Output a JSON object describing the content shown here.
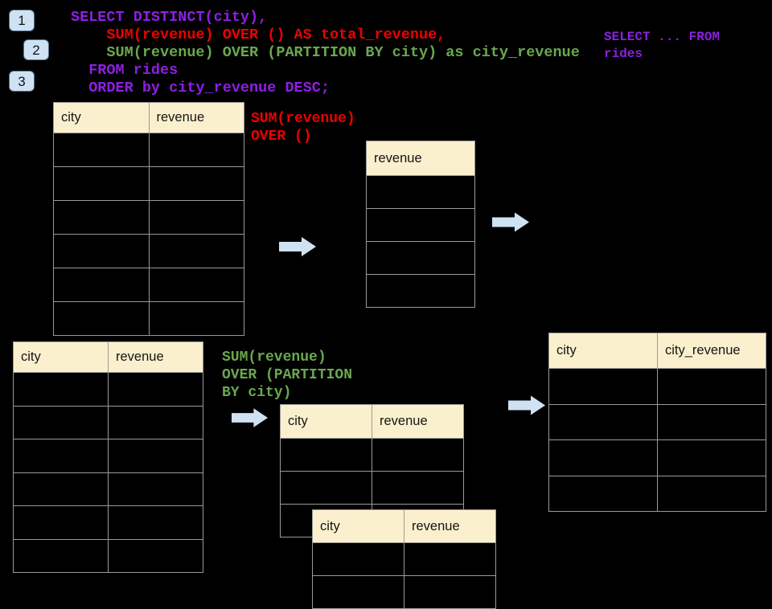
{
  "palette": {
    "bg": "#000000",
    "purple": "#8e1fe3",
    "red": "#ef0000",
    "green": "#6aa84f",
    "table_header_bg": "#fbf0ce",
    "table_border": "#9a9a9a",
    "accent_blue": "#cfe2f3"
  },
  "badges": [
    {
      "label": "1"
    },
    {
      "label": "2"
    },
    {
      "label": "3"
    }
  ],
  "sql_code": {
    "lines": [
      {
        "text": "SELECT DISTINCT(city),",
        "color_key": "purple",
        "indent_ch": 0
      },
      {
        "text": "SUM(revenue) OVER () AS total_revenue,",
        "color_key": "red",
        "indent_ch": 4
      },
      {
        "text": "SUM(revenue) OVER (PARTITION BY city) as city_revenue",
        "color_key": "green",
        "indent_ch": 4
      },
      {
        "text": "FROM rides",
        "color_key": "purple",
        "indent_ch": 2
      },
      {
        "text": "ORDER by city_revenue DESC;",
        "color_key": "purple",
        "indent_ch": 2
      }
    ]
  },
  "from_note": {
    "lines": [
      "SELECT ... FROM",
      "rides"
    ],
    "color_key": "purple"
  },
  "window_labels": {
    "over_all": {
      "lines": [
        "SUM(revenue)",
        "OVER ()"
      ],
      "color_key": "red"
    },
    "over_partition": {
      "lines": [
        "SUM(revenue)",
        "OVER (PARTITION",
        "BY city)"
      ],
      "color_key": "green"
    }
  },
  "tables": {
    "source_top": {
      "headers": [
        "city",
        "revenue"
      ],
      "empty_rows": 6
    },
    "total_rev": {
      "headers": [
        "revenue"
      ],
      "empty_rows": 4
    },
    "source_bottom": {
      "headers": [
        "city",
        "revenue"
      ],
      "empty_rows": 6
    },
    "partition_a": {
      "headers": [
        "city",
        "revenue"
      ],
      "empty_rows": 3
    },
    "partition_b": {
      "headers": [
        "city",
        "revenue"
      ],
      "empty_rows": 2
    },
    "result": {
      "headers": [
        "city",
        "city_revenue"
      ],
      "empty_rows": 4
    }
  }
}
